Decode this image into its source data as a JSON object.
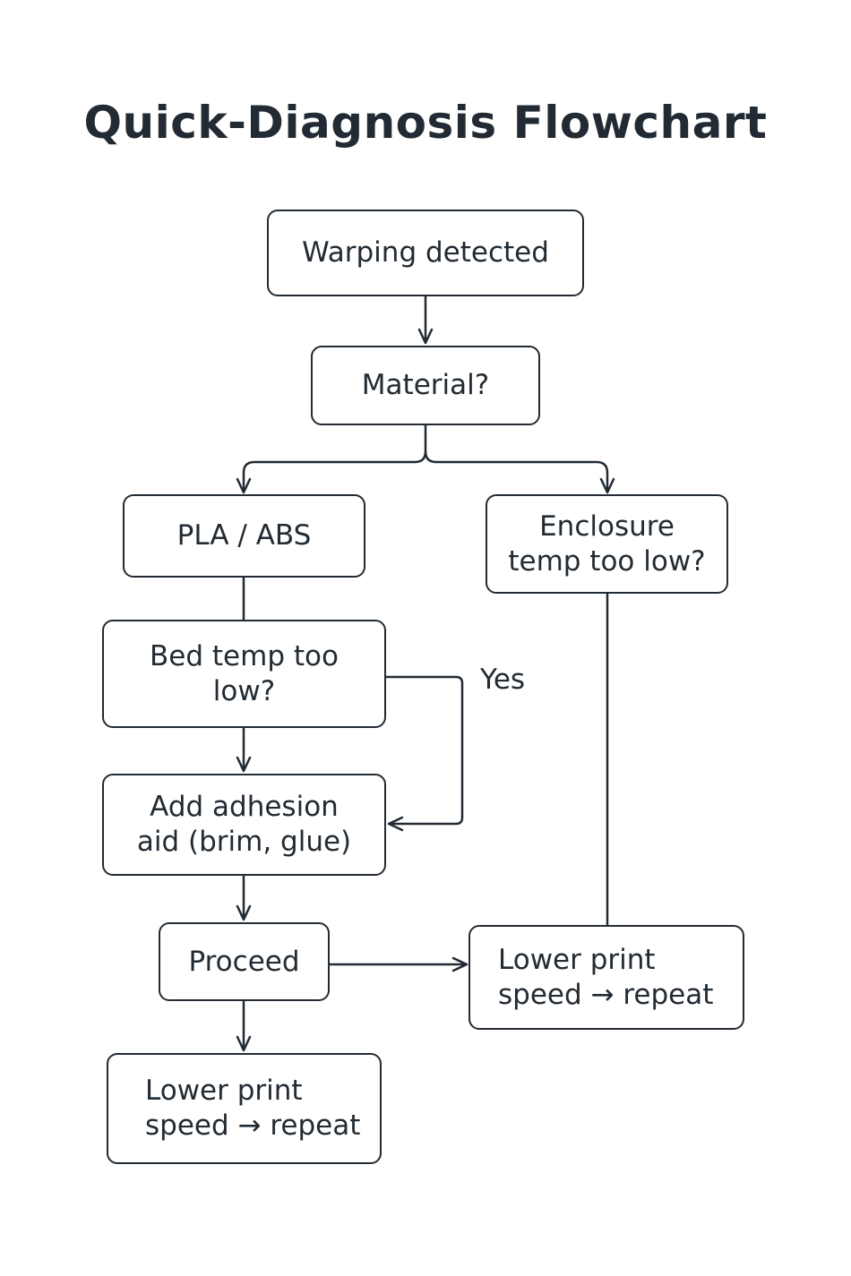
{
  "title": "Quick-Diagnosis Flowchart",
  "nodes": {
    "warping": "Warping detected",
    "material": "Material?",
    "pla_abs": "PLA / ABS",
    "enclosure": {
      "line1": "Enclosure",
      "line2": "temp too low?"
    },
    "bed_temp": {
      "line1": "Bed temp too",
      "line2": "low?"
    },
    "adhesion": {
      "line1": "Add adhesion",
      "line2": "aid (brim, glue)"
    },
    "proceed": "Proceed",
    "lower_right": {
      "line1": "Lower print",
      "line2": "speed → repeat"
    },
    "lower_bottom": {
      "line1": "Lower print",
      "line2": "speed → repeat"
    }
  },
  "labels": {
    "yes": "Yes"
  },
  "colors": {
    "stroke": "#222b33",
    "background": "#ffffff"
  }
}
